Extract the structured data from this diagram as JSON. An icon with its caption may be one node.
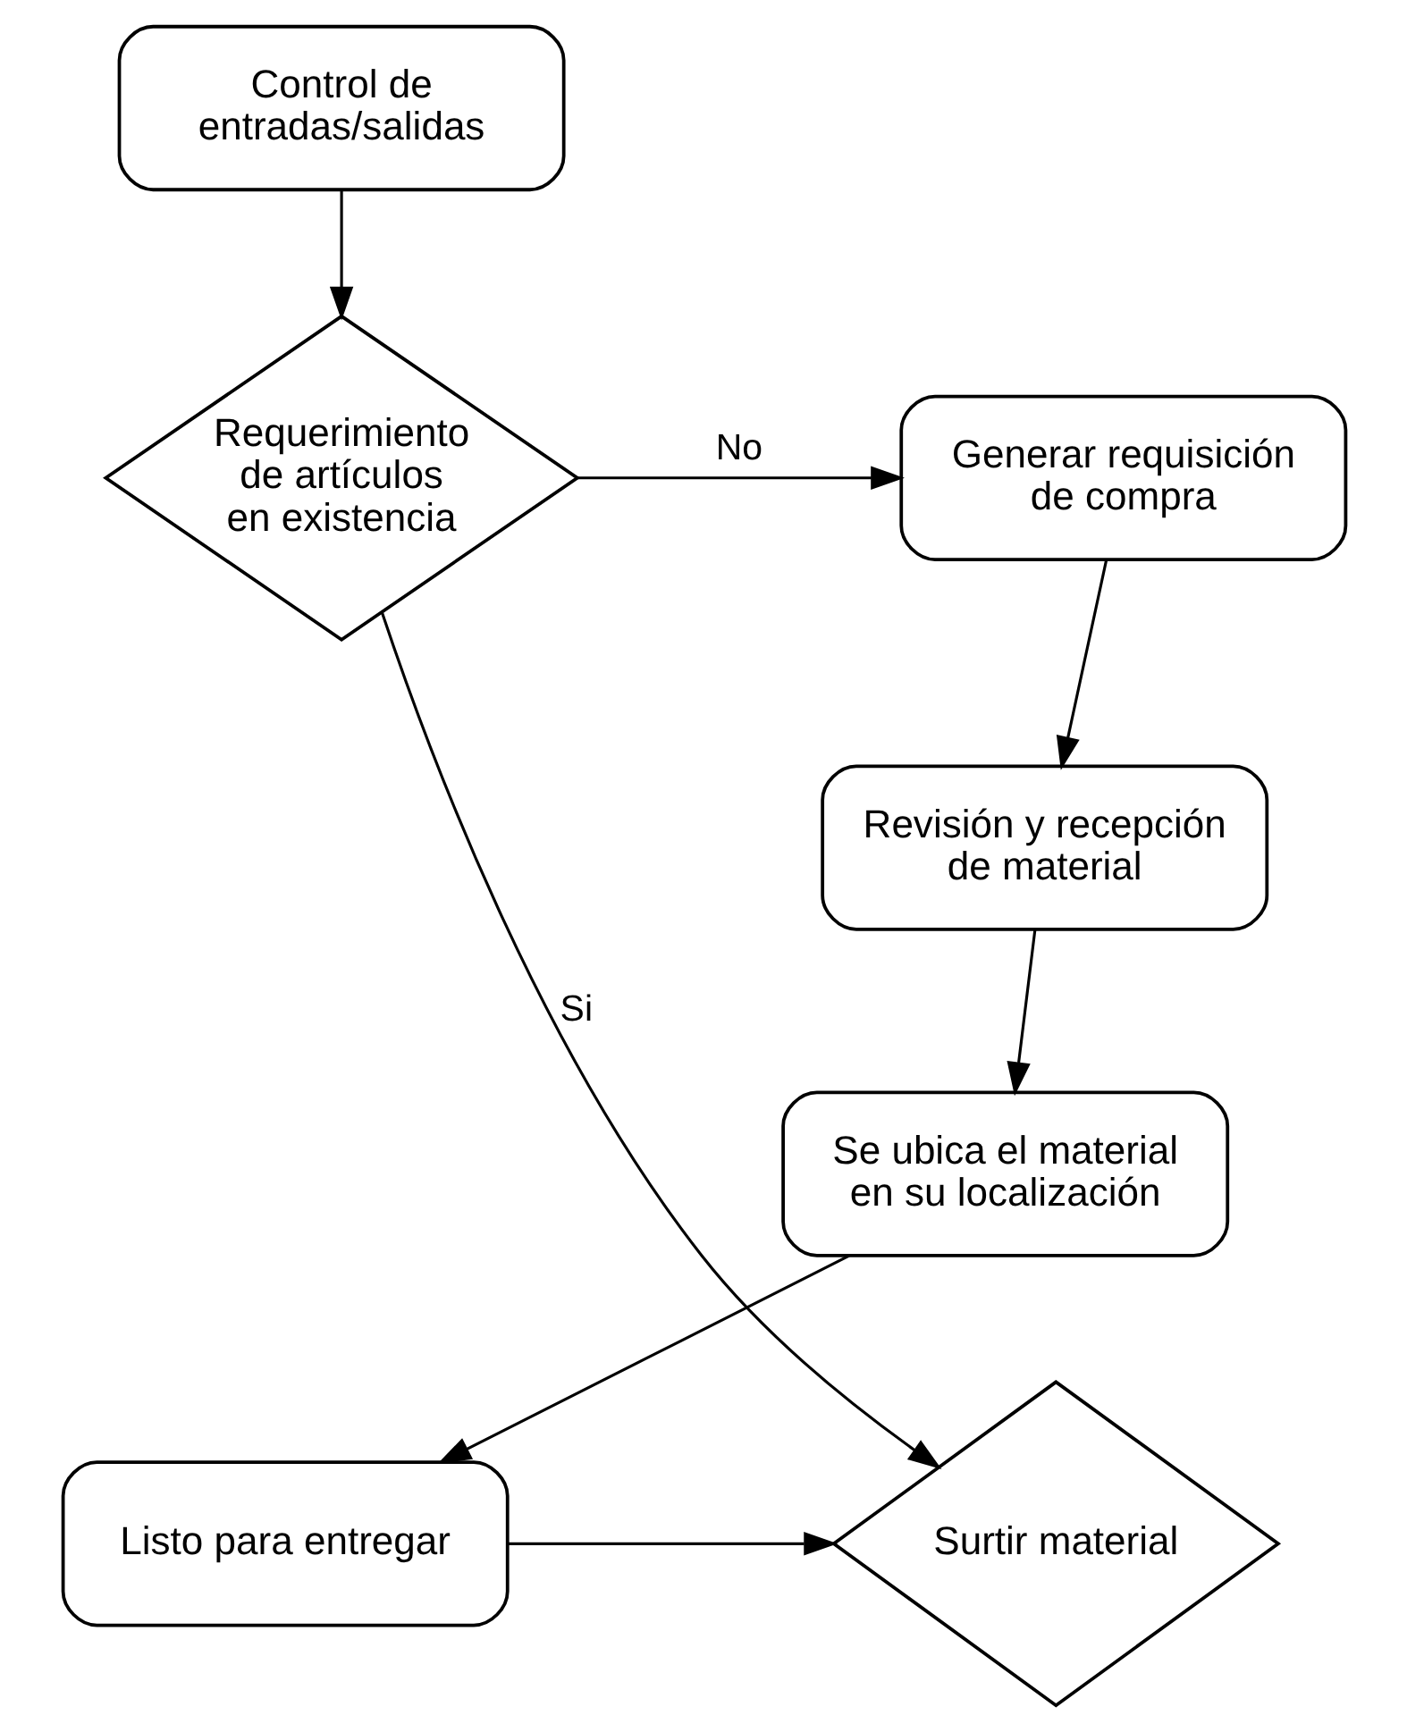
{
  "diagram": {
    "nodes": [
      {
        "text": [
          "Control de entradas/salidas"
        ]
      },
      {
        "text": [
          "Requerimiento de artículos en existencia"
        ]
      },
      {
        "text": [
          "Generar requisición de compra"
        ]
      },
      {
        "text": [
          "Revisión y recepción de material"
        ]
      },
      {
        "text": [
          "Se ubica el material en su localización"
        ]
      },
      {
        "text": [
          "Listo para entregar"
        ]
      },
      {
        "text": [
          "Surtir material"
        ]
      }
    ],
    "edges": [
      {
        "from": 0,
        "to": 1,
        "arrow": "to"
      },
      {
        "from": 1,
        "to": 2,
        "arrow": "to",
        "label": "No"
      },
      {
        "from": 1,
        "to": 6,
        "arrow": "to",
        "label": "Si"
      },
      {
        "from": 2,
        "to": 3,
        "arrow": "to"
      },
      {
        "from": 3,
        "to": 4,
        "arrow": "to"
      },
      {
        "from": 4,
        "to": 5,
        "arrow": "to"
      },
      {
        "from": 5,
        "to": 6,
        "arrow": "to"
      }
    ]
  }
}
